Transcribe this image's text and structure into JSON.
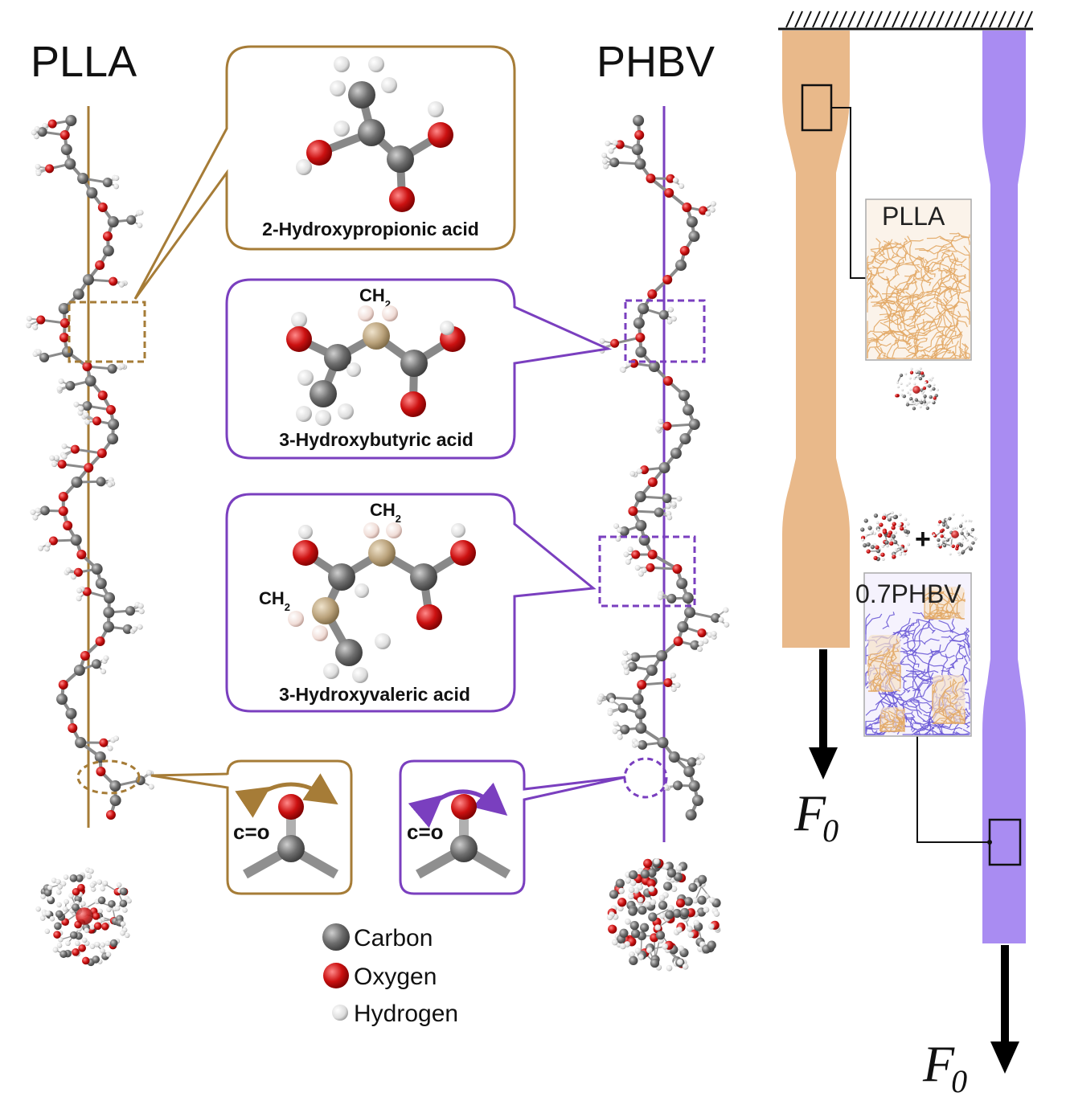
{
  "titles": {
    "plla": "PLLA",
    "phbv": "PHBV"
  },
  "boxes": {
    "lactic": {
      "label": "2-Hydroxypropionic acid"
    },
    "butyric": {
      "label": "3-Hydroxybutyric acid",
      "ch2": "CH",
      "ch2_sub": "2"
    },
    "valeric": {
      "label": "3-Hydroxyvaleric acid",
      "ch2_top": "CH",
      "ch2_top_sub": "2",
      "ch2_side": "CH",
      "ch2_side_sub": "2"
    }
  },
  "carbonyl": {
    "left": "c=o",
    "right": "c=o"
  },
  "legend": [
    {
      "label": "Carbon",
      "color": "#6b6b6b"
    },
    {
      "label": "Oxygen",
      "color": "#c8141c"
    },
    {
      "label": "Hydrogen",
      "color": "#d8d8d8"
    }
  ],
  "tensile": {
    "plla_panel": "PLLA",
    "blend_panel": "0.7PHBV",
    "plus": "+",
    "force_left": {
      "main": "F",
      "sub": "0"
    },
    "force_right": {
      "main": "F",
      "sub": "0"
    }
  },
  "colors": {
    "plla_accent": "#a67c37",
    "phbv_accent": "#7a3fbf",
    "plla_bar": "#e9b98a",
    "phbv_bar": "#a98cf2",
    "carbon": "#6b6b6b",
    "oxygen": "#c8141c",
    "hydrogen": "#e4e4e4",
    "ch2_carbon": "#b9a17a"
  }
}
